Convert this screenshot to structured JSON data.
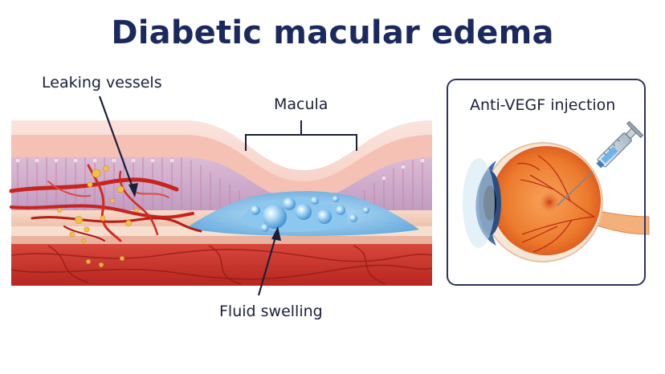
{
  "title": "Diabetic macular edema",
  "labels": {
    "leaking_vessels": "Leaking vessels",
    "macula": "Macula",
    "fluid_swelling": "Fluid swelling",
    "anti_vegf": "Anti-VEGF injection"
  },
  "colors": {
    "title": "#1b2a5e",
    "panel_border": "#2a3560",
    "fluid": "#6fb6e6",
    "vessel": "#c8231c",
    "retina_pink": "#f3c9c0",
    "iris": "#3f6fa8"
  },
  "icons": [
    "arrow-icon",
    "syringe-icon",
    "eye-icon"
  ]
}
